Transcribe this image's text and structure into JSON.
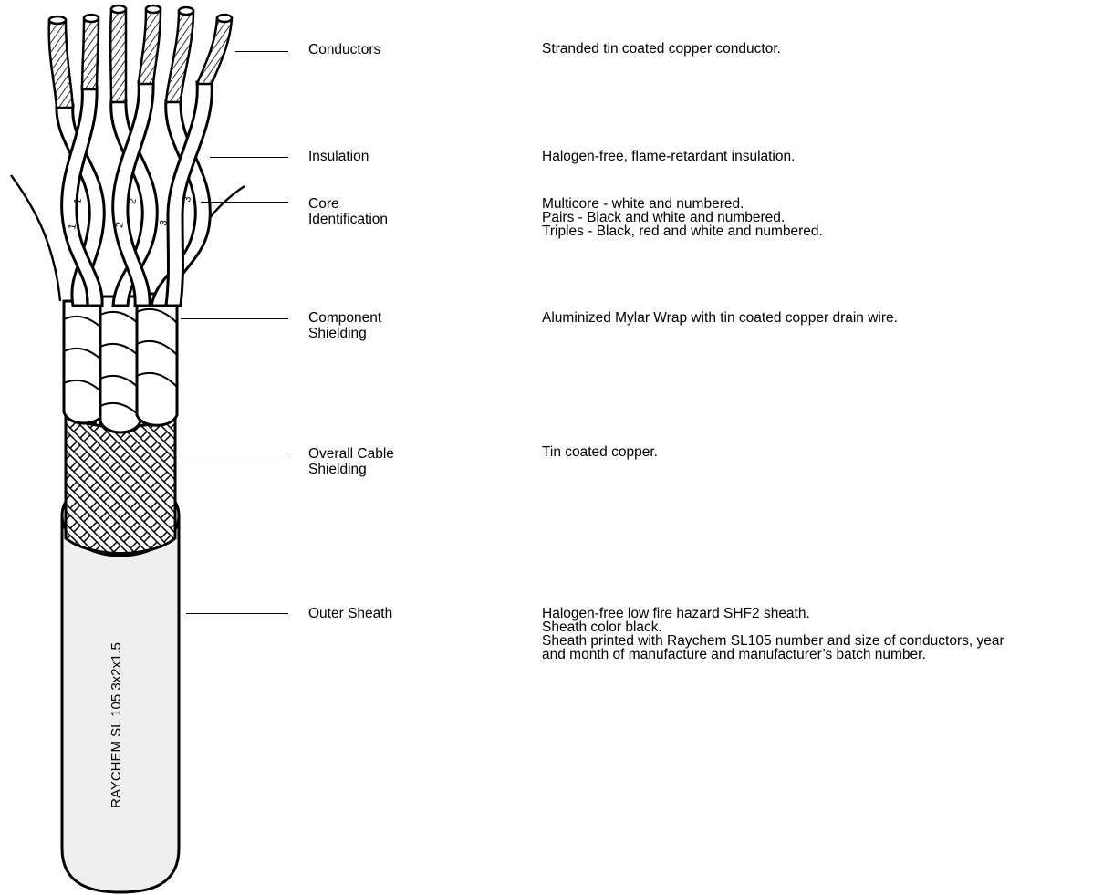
{
  "layers": [
    {
      "id": "conductors",
      "label_lines": [
        "Conductors"
      ],
      "description_lines": [
        "Stranded tin coated copper conductor."
      ]
    },
    {
      "id": "insulation",
      "label_lines": [
        "Insulation"
      ],
      "description_lines": [
        "Halogen-free, flame-retardant insulation."
      ]
    },
    {
      "id": "core-identification",
      "label_lines": [
        "Core",
        "Identification"
      ],
      "description_lines": [
        "Multicore - white and numbered.",
        "Pairs - Black and white and numbered.",
        "Triples - Black, red and white and numbered."
      ]
    },
    {
      "id": "component-shielding",
      "label_lines": [
        "Component",
        "Shielding"
      ],
      "description_lines": [
        "Aluminized Mylar Wrap with tin coated copper drain wire."
      ]
    },
    {
      "id": "overall-cable-shielding",
      "label_lines": [
        "Overall Cable",
        "Shielding"
      ],
      "description_lines": [
        "Tin coated copper."
      ]
    },
    {
      "id": "outer-sheath",
      "label_lines": [
        "Outer Sheath"
      ],
      "description_lines": [
        "Halogen-free low fire hazard SHF2 sheath.",
        "Sheath color black.",
        "Sheath printed with Raychem SL105 number and size of conductors, year",
        "and month of manufacture and manufacturer’s batch number."
      ]
    }
  ],
  "sheath_print": "RAYCHEM SL 105 3x2x1.5",
  "core_numbers": [
    "1",
    "1",
    "2",
    "2",
    "3",
    "3"
  ],
  "colors": {
    "line": "#000000",
    "sheath": "#efefef",
    "fill": "#ffffff"
  }
}
